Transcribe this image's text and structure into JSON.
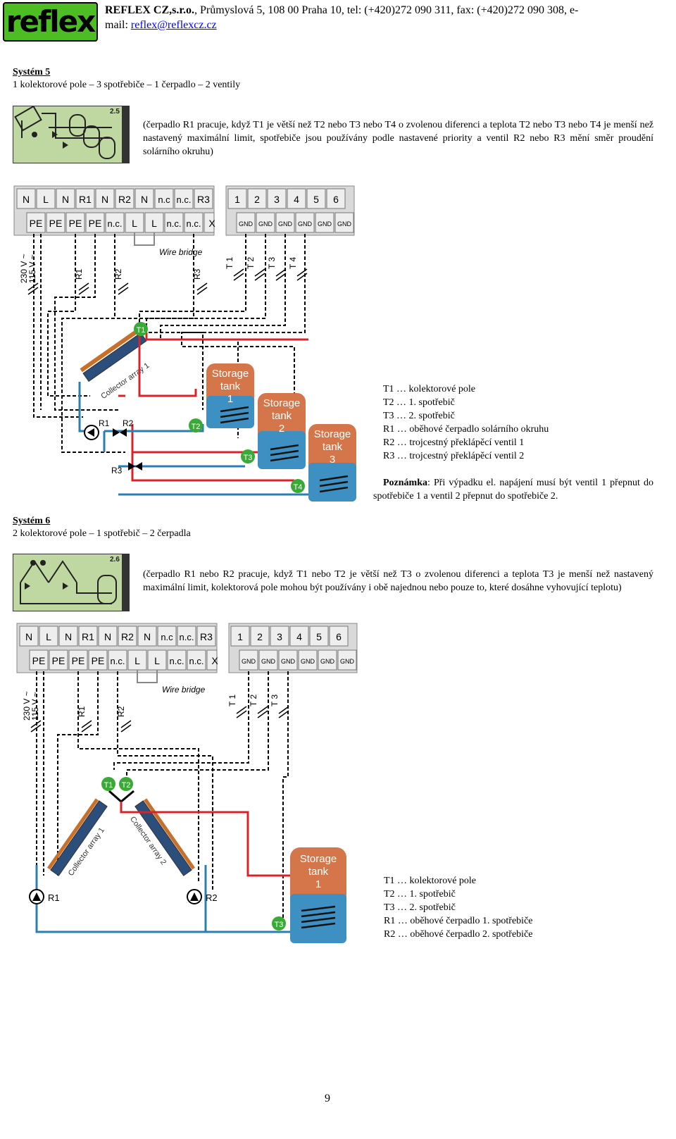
{
  "header": {
    "logo": "reflex",
    "company": "REFLEX CZ,s.r.o.",
    "address": ", Průmyslová 5, 108 00 Praha 10, tel: (+420)272 090 311, fax: (+420)272 090 308, e-",
    "mail_prefix": "mail: ",
    "email": "reflex@reflexcz.cz"
  },
  "system5": {
    "title": "Systém 5",
    "subtitle": "1 kolektorové pole – 3 spotřebiče – 1 čerpadlo – 2 ventily",
    "lcd_code": "2.5",
    "description": "(čerpadlo R1 pracuje, když T1 je větší než T2 nebo T3 nebo T4 o zvolenou diferenci a teplota T2 nebo T3 nebo T4 je menší než nastavený maximální limit, spotřebiče jsou používány podle nastavené priority a ventil R2 nebo R3 mění směr proudění solárního okruhu)",
    "top_terminals": [
      "N",
      "L",
      "N",
      "R1",
      "N",
      "R2",
      "N",
      "n.c",
      "n.c.",
      "R3"
    ],
    "bottom_terminals": [
      "PE",
      "PE",
      "PE",
      "PE",
      "n.c.",
      "L",
      "L",
      "n.c.",
      "n.c.",
      "X"
    ],
    "sensor_terminals": [
      "1",
      "2",
      "3",
      "4",
      "5",
      "6"
    ],
    "gnd_terminals": [
      "GND",
      "GND",
      "GND",
      "GND",
      "GND",
      "GND"
    ],
    "wire_bridge": "Wire bridge",
    "voltage_230": "230 V ~",
    "voltage_115": "115 V ~",
    "relay_labels": [
      "R1",
      "R2",
      "R3"
    ],
    "sensor_labels": [
      "T 1",
      "T 2",
      "T 3",
      "T 4"
    ],
    "collector_label": "Collector array 1",
    "tank1": [
      "Storage",
      "tank",
      "1"
    ],
    "tank2": [
      "Storage",
      "tank",
      "2"
    ],
    "tank3": [
      "Storage",
      "tank",
      "3"
    ],
    "diagram_labels": {
      "t1": "T1",
      "t2": "T2",
      "t3": "T3",
      "t4": "T4",
      "r1": "R1",
      "r2": "R2",
      "r3": "R3"
    },
    "legend": [
      "T1 … kolektorové pole",
      "T2 … 1. spotřebič",
      "T3 … 2. spotřebič",
      "R1 … oběhové čerpadlo solárního okruhu",
      "R2 … trojcestný překlápěcí ventil 1",
      "R3 … trojcestný překlápěcí ventil 2"
    ],
    "note_label": "Poznámka",
    "note_text": ": Při výpadku el. napájení musí být ventil 1 přepnut do spotřebiče 1 a ventil 2 přepnut do spotřebiče 2."
  },
  "system6": {
    "title": "Systém 6",
    "subtitle": "2 kolektorové pole – 1 spotřebič – 2 čerpadla",
    "lcd_code": "2.6",
    "description": "(čerpadlo R1 nebo R2 pracuje, když T1 nebo T2 je větší než T3 o zvolenou diferenci a teplota T3 je menší než nastavený maximální limit, kolektorová pole mohou být používány i obě najednou nebo pouze to, které dosáhne vyhovující teplotu)",
    "top_terminals": [
      "N",
      "L",
      "N",
      "R1",
      "N",
      "R2",
      "N",
      "n.c",
      "n.c.",
      "R3"
    ],
    "bottom_terminals": [
      "PE",
      "PE",
      "PE",
      "PE",
      "n.c.",
      "L",
      "L",
      "n.c.",
      "n.c.",
      "X"
    ],
    "sensor_terminals": [
      "1",
      "2",
      "3",
      "4",
      "5",
      "6"
    ],
    "gnd_terminals": [
      "GND",
      "GND",
      "GND",
      "GND",
      "GND",
      "GND"
    ],
    "wire_bridge": "Wire bridge",
    "voltage_230": "230 V ~",
    "voltage_115": "115 V ~",
    "relay_labels": [
      "R1",
      "R2"
    ],
    "sensor_labels": [
      "T 1",
      "T 2",
      "T 3"
    ],
    "collector1_label": "Collector array 1",
    "collector2_label": "Collector array 2",
    "tank1": [
      "Storage",
      "tank",
      "1"
    ],
    "diagram_labels": {
      "t1": "T1",
      "t2": "T2",
      "t3": "T3",
      "r1": "R1",
      "r2": "R2"
    },
    "legend": [
      "T1 … kolektorové pole",
      "T2 … 1. spotřebič",
      "T3 … 2. spotřebič",
      "R1 … oběhové čerpadlo 1. spotřebiče",
      "R2 … oběhové čerpadlo 2. spotřebiče"
    ]
  },
  "page_number": "9",
  "colors": {
    "logo_bg": "#4cbe24",
    "hot": "#d8232a",
    "cold": "#2b7fb0",
    "sensor": "#3aa935",
    "lcd": "#bfd7a0"
  }
}
